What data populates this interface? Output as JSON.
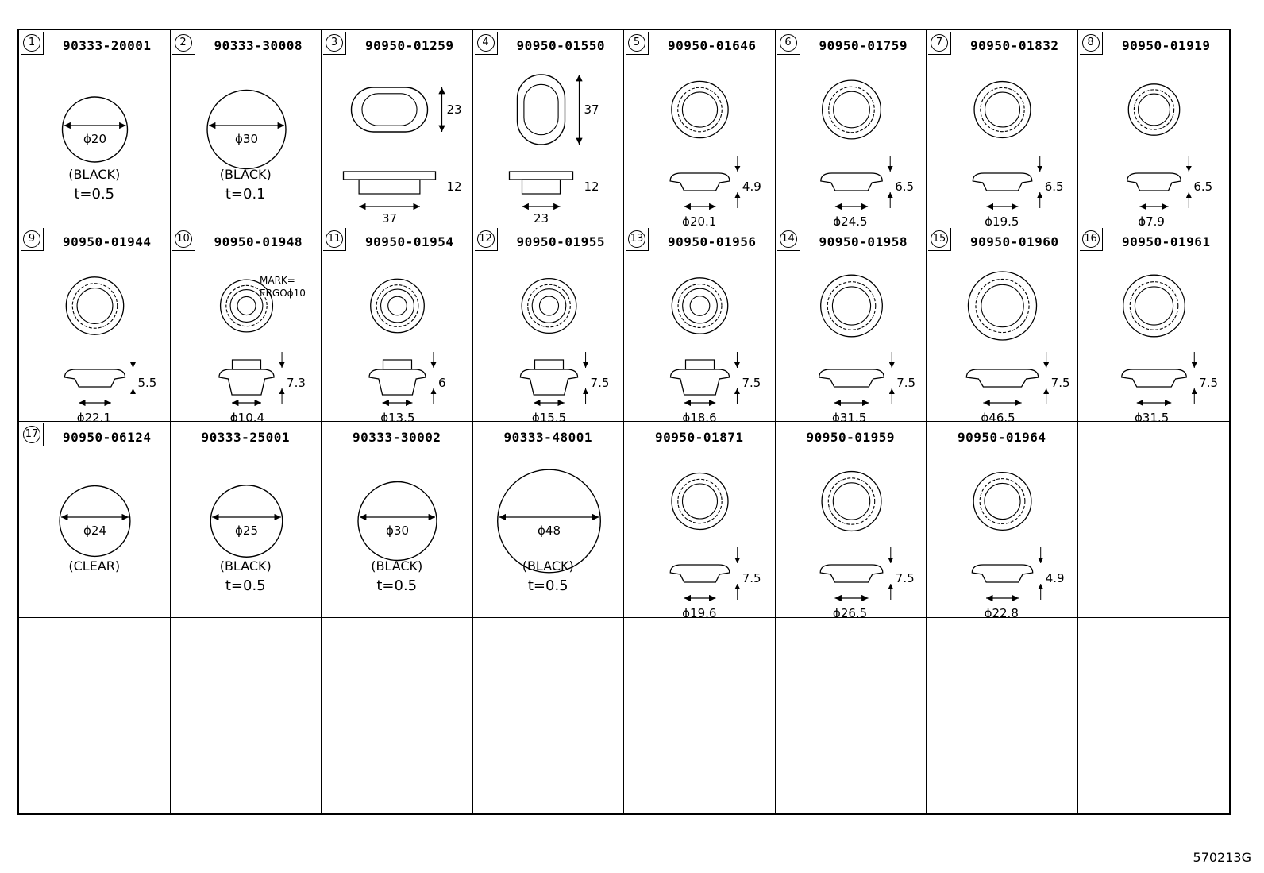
{
  "diagram_ref": "570213G",
  "cells": [
    {
      "index": "1",
      "part": "90333-20001",
      "kind": "plug",
      "dia": "20",
      "note": "(BLACK)",
      "thickness": "t=0.5"
    },
    {
      "index": "2",
      "part": "90333-30008",
      "kind": "plug",
      "dia": "30",
      "note": "(BLACK)",
      "thickness": "t=0.1"
    },
    {
      "index": "3",
      "part": "90950-01259",
      "kind": "oval",
      "dims": [
        "23",
        "12",
        "37"
      ]
    },
    {
      "index": "4",
      "part": "90950-01550",
      "kind": "oval-tall",
      "dims": [
        "37",
        "12",
        "23"
      ]
    },
    {
      "index": "5",
      "part": "90950-01646",
      "kind": "grommet",
      "height": "4.9",
      "dia": "20.1"
    },
    {
      "index": "6",
      "part": "90950-01759",
      "kind": "grommet",
      "height": "6.5",
      "dia": "24.5"
    },
    {
      "index": "7",
      "part": "90950-01832",
      "kind": "grommet",
      "height": "6.5",
      "dia": "19.5"
    },
    {
      "index": "8",
      "part": "90950-01919",
      "kind": "grommet",
      "height": "6.5",
      "dia": "7.9"
    },
    {
      "index": "9",
      "part": "90950-01944",
      "kind": "grommet",
      "height": "5.5",
      "dia": "22.1"
    },
    {
      "index": "10",
      "part": "90950-01948",
      "kind": "grommet-tall",
      "height": "7.3",
      "dia": "10.4",
      "mark": [
        "MARK=",
        "ERGOϕ10"
      ]
    },
    {
      "index": "11",
      "part": "90950-01954",
      "kind": "grommet-tall",
      "height": "6",
      "dia": "13.5"
    },
    {
      "index": "12",
      "part": "90950-01955",
      "kind": "grommet-tall",
      "height": "7.5",
      "dia": "15.5"
    },
    {
      "index": "13",
      "part": "90950-01956",
      "kind": "grommet-tall",
      "height": "7.5",
      "dia": "18.6"
    },
    {
      "index": "14",
      "part": "90950-01958",
      "kind": "grommet",
      "height": "7.5",
      "dia": "31.5"
    },
    {
      "index": "15",
      "part": "90950-01960",
      "kind": "grommet",
      "height": "7.5",
      "dia": "46.5"
    },
    {
      "index": "16",
      "part": "90950-01961",
      "kind": "grommet",
      "height": "7.5",
      "dia": "31.5"
    },
    {
      "index": "17",
      "part": "90950-06124",
      "kind": "plug",
      "dia": "24",
      "note": "(CLEAR)",
      "thickness": ""
    },
    {
      "index": "",
      "part": "90333-25001",
      "kind": "plug",
      "dia": "25",
      "note": "(BLACK)",
      "thickness": "t=0.5"
    },
    {
      "index": "",
      "part": "90333-30002",
      "kind": "plug",
      "dia": "30",
      "note": "(BLACK)",
      "thickness": "t=0.5"
    },
    {
      "index": "",
      "part": "90333-48001",
      "kind": "plug",
      "dia": "48",
      "note": "(BLACK)",
      "thickness": "t=0.5"
    },
    {
      "index": "",
      "part": "90950-01871",
      "kind": "grommet",
      "height": "7.5",
      "dia": "19.6"
    },
    {
      "index": "",
      "part": "90950-01959",
      "kind": "grommet",
      "height": "7.5",
      "dia": "26.5"
    },
    {
      "index": "",
      "part": "90950-01964",
      "kind": "grommet",
      "height": "4.9",
      "dia": "22.8"
    }
  ]
}
